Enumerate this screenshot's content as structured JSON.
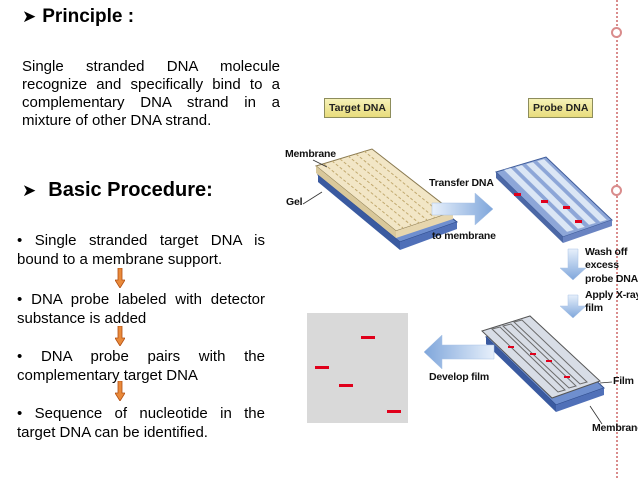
{
  "principle": {
    "heading": "Principle :",
    "line1": "Single stranded DNA molecule",
    "line2": "recognize and specifically bind to a",
    "line3": "complementary DNA strand in a",
    "line4": "mixture of other DNA strand."
  },
  "procedure": {
    "heading": "Basic Procedure:",
    "steps": [
      {
        "line1": "• Single stranded target DNA is",
        "line2": "bound to a membrane support."
      },
      {
        "line1": "• DNA probe labeled with detector",
        "line2": "substance is added"
      },
      {
        "line1": "• DNA probe pairs with the",
        "line2": "complementary target DNA"
      },
      {
        "line1": "• Sequence of nucleotide in the",
        "line2": "target DNA can be identified."
      }
    ]
  },
  "diagram": {
    "target_dna": "Target DNA",
    "probe_dna": "Probe DNA",
    "membrane": "Membrane",
    "gel": "Gel",
    "transfer_1": "Transfer DNA",
    "transfer_2": "to membrane",
    "wash_1": "Wash off",
    "wash_2": "excess",
    "wash_3": "probe DNA",
    "xray_1": "Apply X-ray",
    "xray_2": "film",
    "develop": "Develop film",
    "film": "Film",
    "membrane_bottom": "Membrane"
  },
  "colors": {
    "accent_rule": "#d98c8c",
    "arrow_orange": "#d2691e",
    "band_red": "#e0001b",
    "flow_arrow_blue": "#8fb4e3"
  }
}
